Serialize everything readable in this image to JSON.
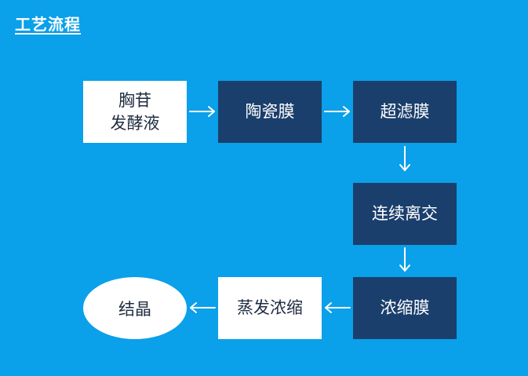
{
  "title": "工艺流程",
  "colors": {
    "background": "#0aa0ea",
    "box_white": "#ffffff",
    "box_navy": "#1b3f6c",
    "arrow": "#ffffff"
  },
  "nodes": [
    {
      "id": "fermentation-broth",
      "label": "胸苷\n发酵液",
      "style": "white"
    },
    {
      "id": "ceramic-membrane",
      "label": "陶瓷膜",
      "style": "navy"
    },
    {
      "id": "ultrafiltration-membrane",
      "label": "超滤膜",
      "style": "navy"
    },
    {
      "id": "continuous-ion-exchange",
      "label": "连续离交",
      "style": "navy"
    },
    {
      "id": "concentration-membrane",
      "label": "浓缩膜",
      "style": "navy"
    },
    {
      "id": "evaporation-concentration",
      "label": "蒸发浓缩",
      "style": "white"
    },
    {
      "id": "crystallization",
      "label": "结晶",
      "style": "white-ellipse"
    }
  ],
  "edges": [
    {
      "from": "fermentation-broth",
      "to": "ceramic-membrane"
    },
    {
      "from": "ceramic-membrane",
      "to": "ultrafiltration-membrane"
    },
    {
      "from": "ultrafiltration-membrane",
      "to": "continuous-ion-exchange"
    },
    {
      "from": "continuous-ion-exchange",
      "to": "concentration-membrane"
    },
    {
      "from": "concentration-membrane",
      "to": "evaporation-concentration"
    },
    {
      "from": "evaporation-concentration",
      "to": "crystallization"
    }
  ]
}
